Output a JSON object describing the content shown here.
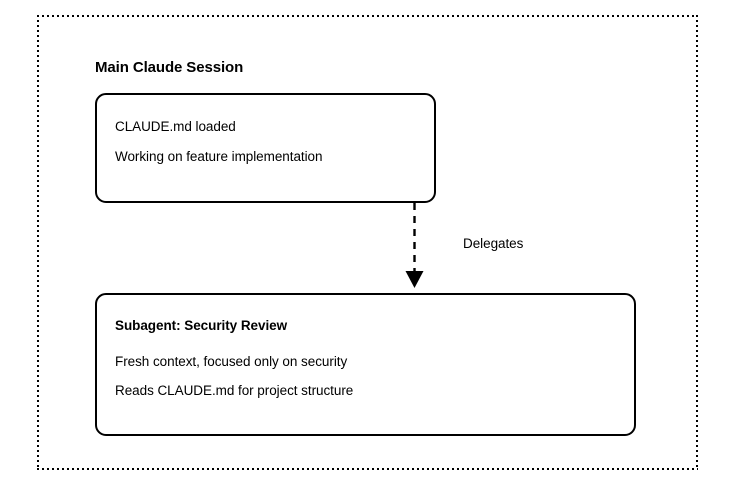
{
  "diagram": {
    "container": {
      "border_style": "dotted",
      "border_color": "#000000"
    },
    "section_title": "Main Claude Session",
    "nodes": [
      {
        "id": "main-session",
        "heading": null,
        "lines": [
          "CLAUDE.md loaded",
          "Working on feature implementation"
        ]
      },
      {
        "id": "subagent",
        "heading": "Subagent: Security Review",
        "lines": [
          "Fresh context, focused only on security",
          "Reads CLAUDE.md for project structure"
        ]
      }
    ],
    "edges": [
      {
        "id": "delegation",
        "label": "Delegates",
        "from": "main-session",
        "to": "subagent",
        "style": "dashed",
        "arrowhead": "filled-triangle",
        "color": "#000000"
      }
    ]
  }
}
